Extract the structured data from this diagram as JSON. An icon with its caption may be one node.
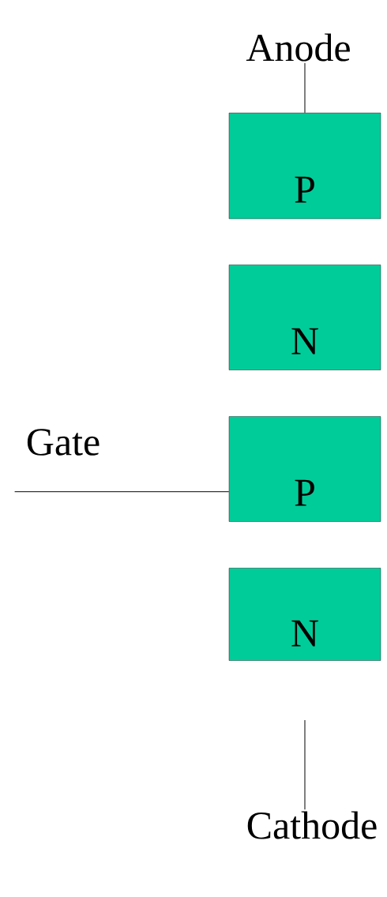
{
  "diagram": {
    "nodes": [
      {
        "text": [
          "Anode"
        ]
      },
      {
        "text": [
          "P"
        ]
      },
      {
        "text": [
          "N"
        ]
      },
      {
        "text": [
          "P"
        ]
      },
      {
        "text": [
          "N"
        ]
      },
      {
        "text": [
          "Gate"
        ]
      },
      {
        "text": [
          "Cathode"
        ]
      }
    ],
    "edges": [
      {
        "from": 0,
        "to": 1,
        "arrow": "none"
      },
      {
        "from": 5,
        "to": 3,
        "arrow": "none"
      },
      {
        "from": null,
        "to": 6,
        "arrow": "none"
      }
    ]
  }
}
